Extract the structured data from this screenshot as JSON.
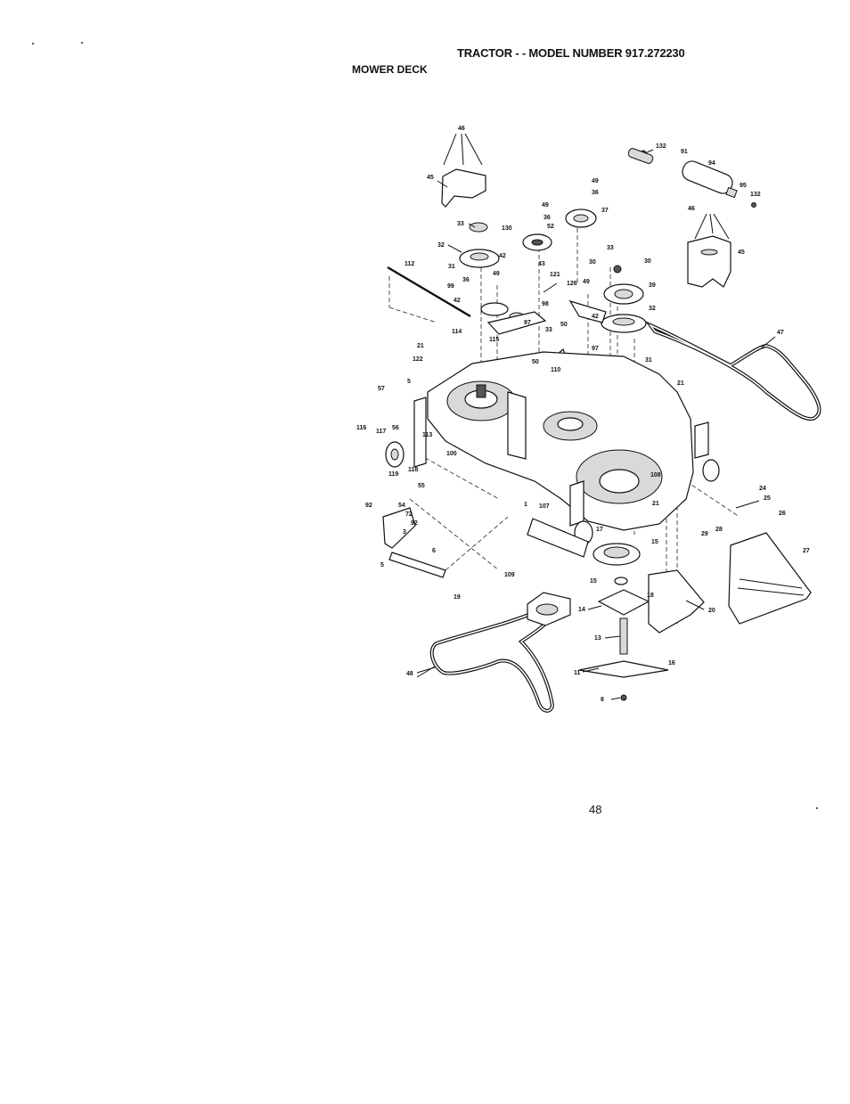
{
  "header": {
    "title": "TRACTOR - - MODEL NUMBER 917.272230",
    "subtitle": "MOWER DECK"
  },
  "footer": {
    "page_number": "48"
  },
  "diagram": {
    "callouts": [
      "46",
      "45",
      "132",
      "91",
      "94",
      "95",
      "132",
      "49",
      "36",
      "37",
      "33",
      "130",
      "49",
      "36",
      "52",
      "32",
      "42",
      "43",
      "112",
      "31",
      "49",
      "121",
      "126",
      "49",
      "30",
      "33",
      "30",
      "39",
      "36",
      "99",
      "42",
      "98",
      "97",
      "32",
      "42",
      "50",
      "97",
      "33",
      "115",
      "114",
      "50",
      "110",
      "31",
      "47",
      "46",
      "45",
      "21",
      "122",
      "57",
      "5",
      "21",
      "116",
      "117",
      "56",
      "113",
      "100",
      "119",
      "118",
      "108",
      "55",
      "54",
      "92",
      "72",
      "92",
      "3",
      "1",
      "107",
      "21",
      "5",
      "6",
      "17",
      "24",
      "25",
      "26",
      "29",
      "28",
      "27",
      "109",
      "15",
      "15",
      "19",
      "18",
      "20",
      "14",
      "13",
      "16",
      "48",
      "11",
      "8"
    ]
  }
}
